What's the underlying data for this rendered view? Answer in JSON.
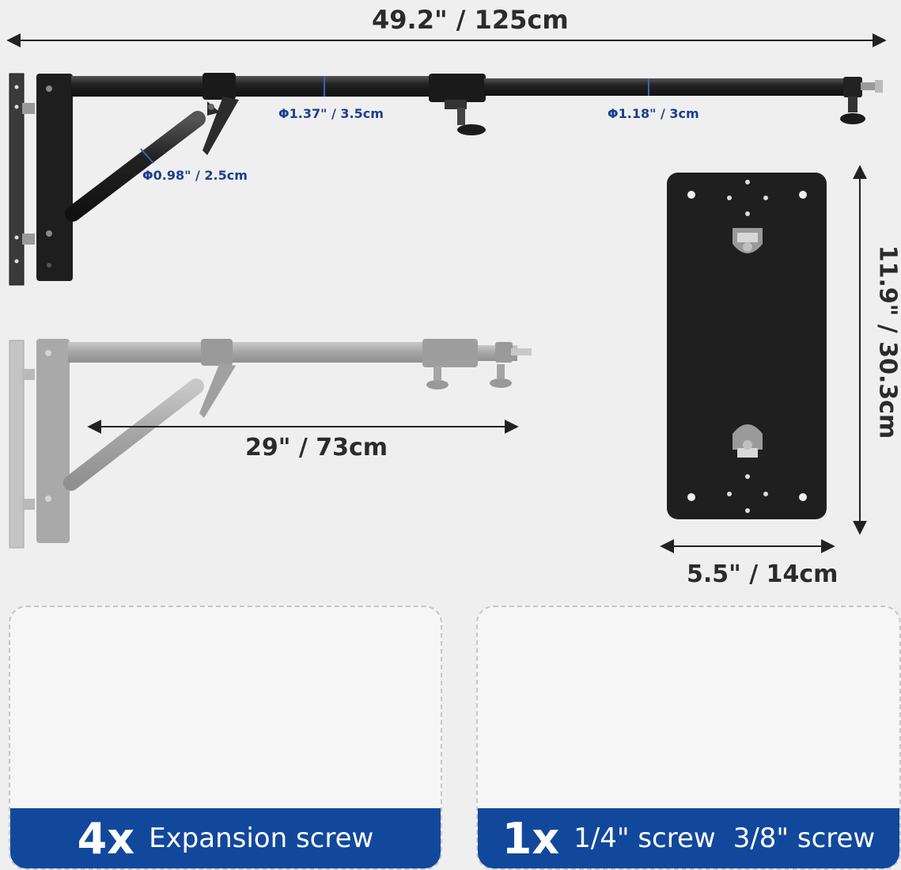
{
  "dimensions": {
    "total_length": "49.2\" / 125cm",
    "retracted_length": "29\" / 73cm",
    "plate_height": "11.9\" / 30.3cm",
    "plate_width": "5.5\" / 14cm"
  },
  "diameters": {
    "main_tube": "Φ1.37\" / 3.5cm",
    "end_tube": "Φ1.18\" / 3cm",
    "brace_tube": "Φ0.98\" / 2.5cm"
  },
  "accessories": [
    {
      "qty": "4x",
      "labels": [
        "Expansion screw"
      ]
    },
    {
      "qty": "1x",
      "labels": [
        "1/4\" screw",
        "3/8\" screw"
      ]
    }
  ],
  "colors": {
    "banner": "#12489c",
    "diameter_label": "#1c3f8f",
    "arm_black": "#1e1e1e",
    "arm_grey": "#a9a9a9",
    "brass": "#d4a73a",
    "steel": "#bfbfbf"
  }
}
